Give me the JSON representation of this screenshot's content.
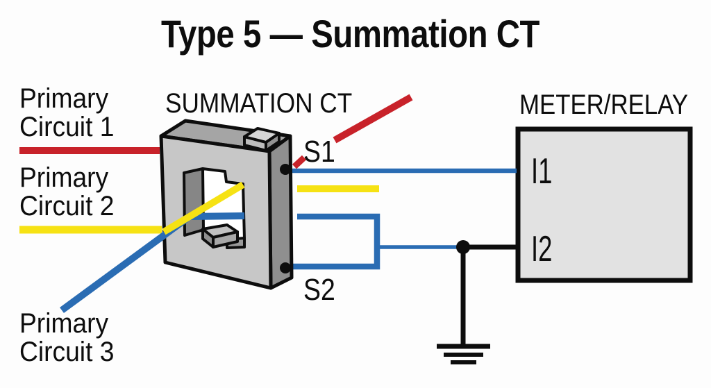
{
  "title": "Type 5 — Summation CT",
  "summation_ct": {
    "label": "SUMMATION CT",
    "terminal_s1": "S1",
    "terminal_s2": "S2"
  },
  "meter_relay": {
    "label": "METER/RELAY",
    "terminal_i1": "I1",
    "terminal_i2": "I2"
  },
  "primary_circuits": [
    {
      "line1": "Primary",
      "line2": "Circuit 1",
      "wire_color": "#c8222a"
    },
    {
      "line1": "Primary",
      "line2": "Circuit 2",
      "wire_color": "#f6e214"
    },
    {
      "line1": "Primary",
      "line2": "Circuit 3",
      "wire_color": "#2a6cb3"
    }
  ],
  "colors": {
    "wire_red": "#c8222a",
    "wire_yellow": "#f6e214",
    "wire_blue": "#2a6cb3",
    "outline_black": "#0d0d0d",
    "ct_body_gray": "#c7c7c7",
    "meter_fill_gray": "#e2e2e2",
    "background": "#fdfdfd"
  }
}
